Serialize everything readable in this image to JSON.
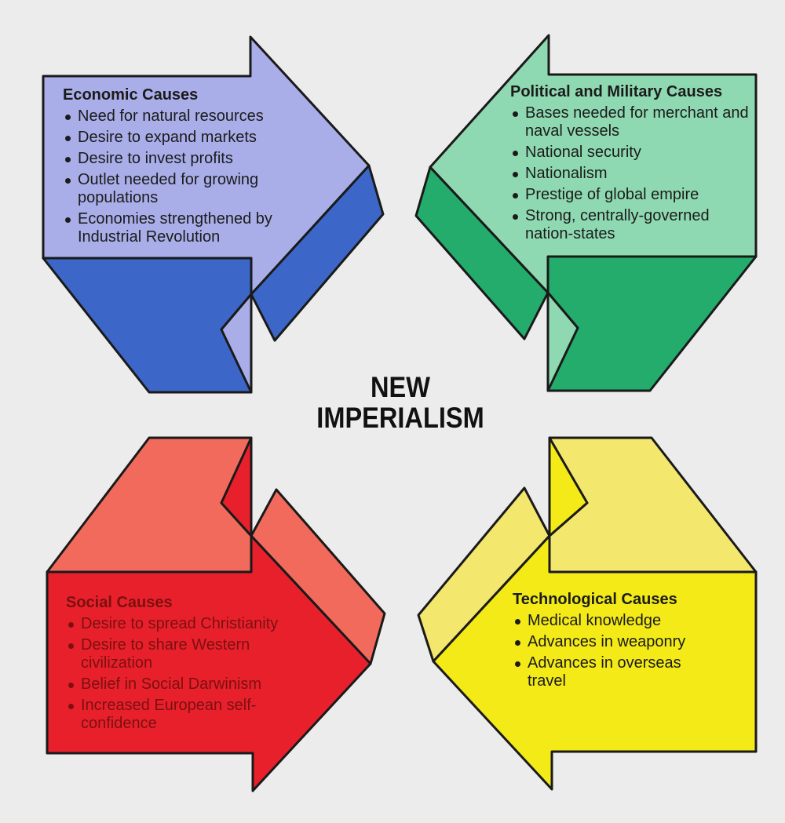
{
  "title": {
    "line1": "NEW",
    "line2": "IMPERIALISM"
  },
  "panels": {
    "economic": {
      "title": "Economic Causes",
      "items": [
        "Need for natural resources",
        "Desire to expand markets",
        "Desire to invest profits",
        "Outlet needed for growing populations",
        "Economies strengthened by Industrial Revolution"
      ]
    },
    "political": {
      "title": "Political and Military Causes",
      "items": [
        "Bases needed for merchant and naval vessels",
        "National security",
        "Nationalism",
        "Prestige of global empire",
        "Strong, centrally-governed nation-states"
      ]
    },
    "social": {
      "title": "Social Causes",
      "items": [
        "Desire to spread Christianity",
        "Desire to share Western civilization",
        "Belief in Social Darwinism",
        "Increased European self-confidence"
      ]
    },
    "technological": {
      "title": "Technological Causes",
      "items": [
        "Medical knowledge",
        "Advances in weaponry",
        "Advances in overseas travel"
      ]
    }
  },
  "colors": {
    "background": "#ececec",
    "outline": "#1a1a1a",
    "economic_light": "#a9aee9",
    "economic_dark": "#3c67c8",
    "political_light": "#8fd9b2",
    "political_dark": "#23ac6c",
    "social_light": "#f26a5c",
    "social_dark": "#e8202c",
    "technological_light": "#f4e76e",
    "technological_dark": "#f3ea17"
  }
}
